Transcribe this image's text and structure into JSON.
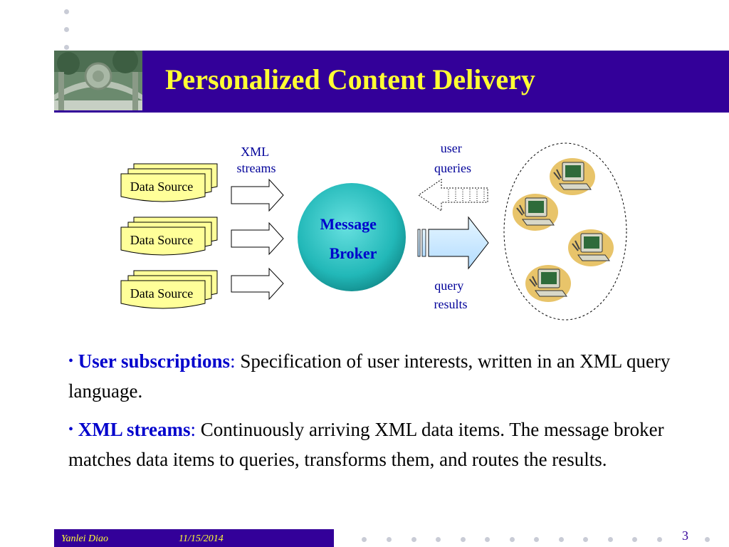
{
  "slide": {
    "title": "Personalized Content Delivery",
    "page_number": "3"
  },
  "footer": {
    "author": "Yanlei Diao",
    "date": "11/15/2014"
  },
  "diagram": {
    "sources": [
      "Data Source",
      "Data Source",
      "Data Source"
    ],
    "xml_streams_label": [
      "XML",
      "streams"
    ],
    "broker_label": [
      "Message",
      "Broker"
    ],
    "user_queries_label": [
      "user",
      "queries"
    ],
    "query_results_label": [
      "query",
      "results"
    ],
    "clients": [
      "computer-icon",
      "computer-icon",
      "computer-icon",
      "computer-icon"
    ],
    "colors": {
      "title_bar": "#330099",
      "title_text": "#ffff33",
      "source_fill": "#ffff99",
      "broker_fill": "#33cccc",
      "label_text": "#000099",
      "results_arrow": "#cceeff"
    }
  },
  "bullets": [
    {
      "term": "User subscriptions",
      "text": " Specification of user interests, written in an XML query language."
    },
    {
      "term": "XML streams",
      "text": " Continuously arriving XML data items. The message broker matches data items to queries, transforms them, and routes the results."
    }
  ]
}
